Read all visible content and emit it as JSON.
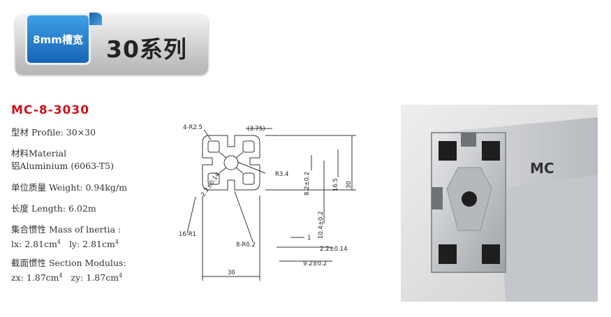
{
  "banner": {
    "tag": "8mm槽宽",
    "series": "30系列"
  },
  "product": {
    "model": "MC-8-3030",
    "profile": "型材 Profile: 30×30",
    "material_label": "材料Material",
    "material_value": "铝Aluminium (6063-T5)",
    "weight": "单位质量 Weight: 0.94kg/m",
    "length": "长度 Length: 6.02m",
    "inertia_label": "集合惯性 Mass of lnertia :",
    "inertia_lx": "lx: 2.81cm",
    "inertia_ly": "ly: 2.81cm",
    "modulus_label": "截面惯性 Section Modulus:",
    "modulus_zx": "zx: 1.87cm",
    "modulus_zy": "zy: 1.87cm",
    "exponent": "4"
  },
  "drawing": {
    "r_corner": "4-R2.5",
    "top_dim": "(3.75)",
    "bore": "R3.4",
    "slot_dim": "2.2±0.14",
    "inner_dim": "8.2±0.2",
    "mid_dim": "16.5",
    "height_dim": "30",
    "slot_depth": "10.4±0.2",
    "r_small": "16-R1",
    "r_fillet": "8-R0.2",
    "lip": "1",
    "lip_thick": "2.2±0.14",
    "opening": "9.2±0.2",
    "width_dim": "30"
  },
  "photo": {
    "brand": "MC"
  }
}
